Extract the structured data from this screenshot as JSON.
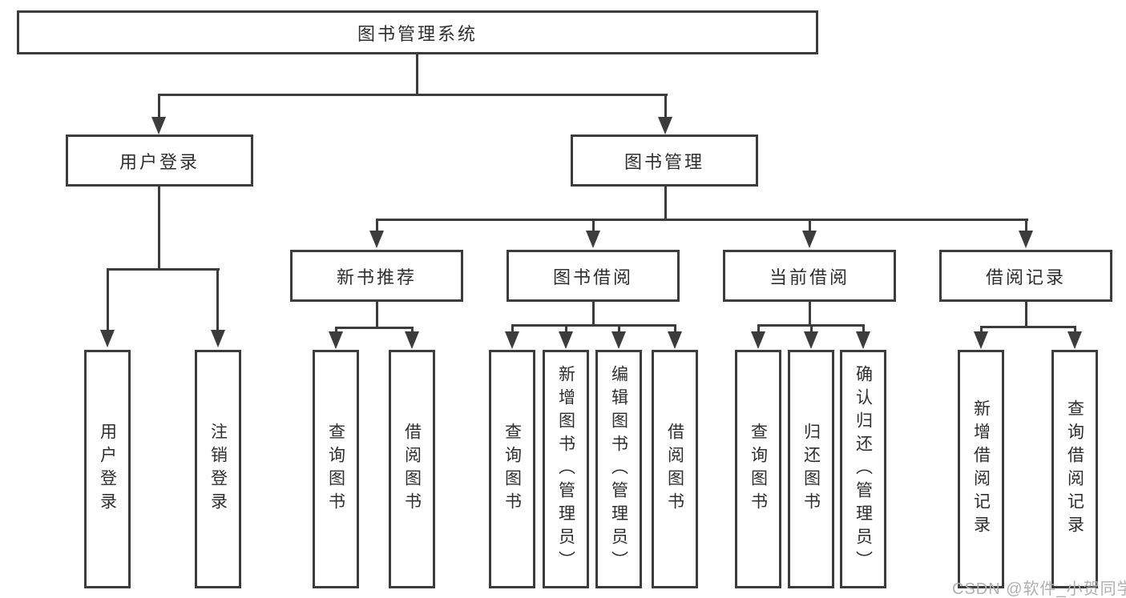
{
  "tree": {
    "root": {
      "label": "图书管理系统",
      "children": [
        {
          "label": "用户登录",
          "children": [
            {
              "label": "用户登录"
            },
            {
              "label": "注销登录"
            }
          ]
        },
        {
          "label": "图书管理",
          "children": [
            {
              "label": "新书推荐",
              "children": [
                {
                  "label": "查询图书"
                },
                {
                  "label": "借阅图书"
                }
              ]
            },
            {
              "label": "图书借阅",
              "children": [
                {
                  "label": "查询图书"
                },
                {
                  "label": "新增图书（管理员）"
                },
                {
                  "label": "编辑图书（管理员）"
                },
                {
                  "label": "借阅图书"
                }
              ]
            },
            {
              "label": "当前借阅",
              "children": [
                {
                  "label": "查询图书"
                },
                {
                  "label": "归还图书"
                },
                {
                  "label": "确认归还（管理员）"
                }
              ]
            },
            {
              "label": "借阅记录",
              "children": [
                {
                  "label": "新增借阅记录"
                },
                {
                  "label": "查询借阅记录"
                }
              ]
            }
          ]
        }
      ]
    }
  },
  "watermark": {
    "text": "CSDN @软件_小贺同学"
  },
  "colors": {
    "line": "#3c3c3c",
    "box_border": "#3c3c3c",
    "box_background": "#ffffff",
    "text": "#2e2e2e",
    "watermark": "#b0b0b0",
    "background": "#ffffff"
  }
}
